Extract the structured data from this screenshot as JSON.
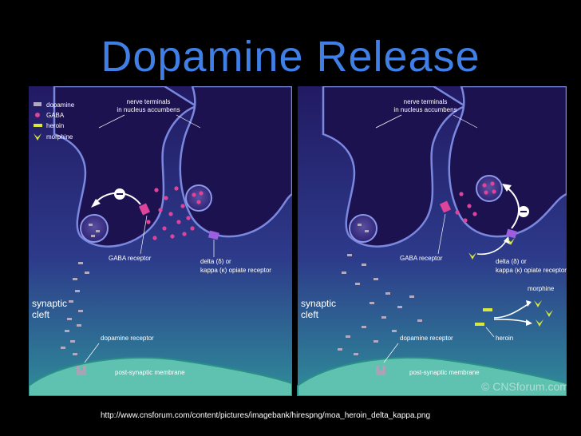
{
  "title": "Dopamine Release",
  "url": "http://www.cnsforum.com/content/pictures/imagebank/hirespng/moa_heroin_delta_kappa.png",
  "watermark": "© CNSforum.com",
  "legend": {
    "dopamine": "dopamine",
    "gaba": "GABA",
    "heroin": "heroin",
    "morphine": "morphine"
  },
  "labels": {
    "nerve_terminals_1": "nerve terminals",
    "nerve_terminals_2": "in nucleus accumbens",
    "gaba_receptor": "GABA receptor",
    "delta_1": "delta (δ) or",
    "kappa_2": "kappa (κ) opiate receptor",
    "synaptic": "synaptic",
    "cleft": "cleft",
    "dopamine_receptor": "dopamine receptor",
    "post_membrane": "post-synaptic membrane",
    "morphine": "morphine",
    "heroin": "heroin"
  },
  "colors": {
    "title": "#3f7fe6",
    "panel_bg": "#2b1f66",
    "neuron": "#1d1250",
    "membrane": "#5fc1b0",
    "dopamine": "#b0aac4",
    "gaba": "#e0449a",
    "drug": "#d8e83c"
  }
}
